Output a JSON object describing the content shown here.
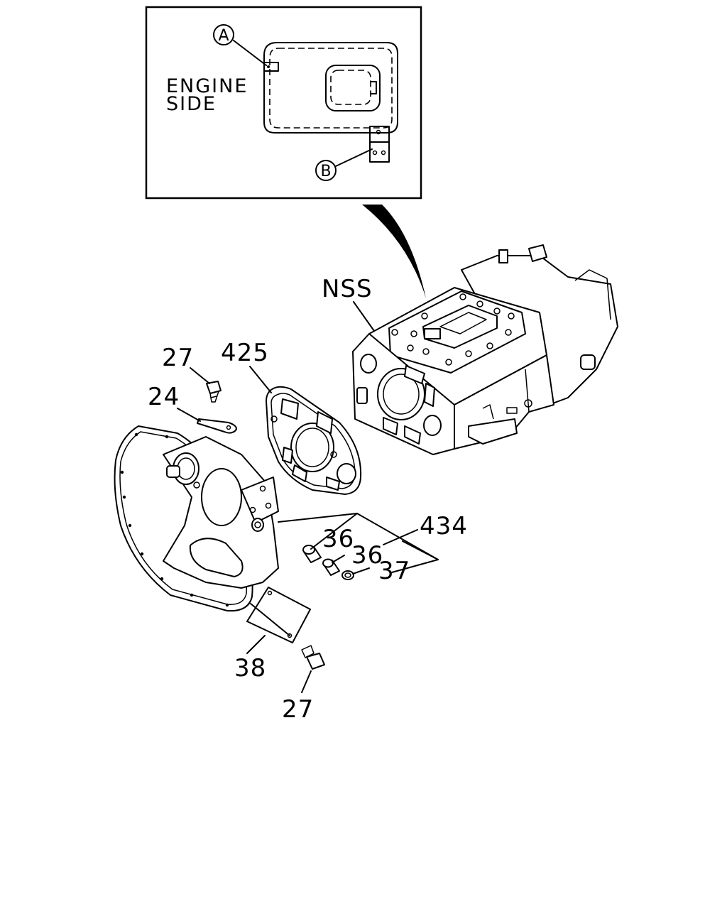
{
  "inset": {
    "title_line1": "ENGINE",
    "title_line2": "SIDE",
    "callout_a": "A",
    "callout_b": "B"
  },
  "labels": {
    "nss": "NSS",
    "p425": "425",
    "p27_top": "27",
    "p24": "24",
    "p434": "434",
    "p36_a": "36",
    "p36_b": "36",
    "p37": "37",
    "p38": "38",
    "p27_bottom": "27"
  }
}
